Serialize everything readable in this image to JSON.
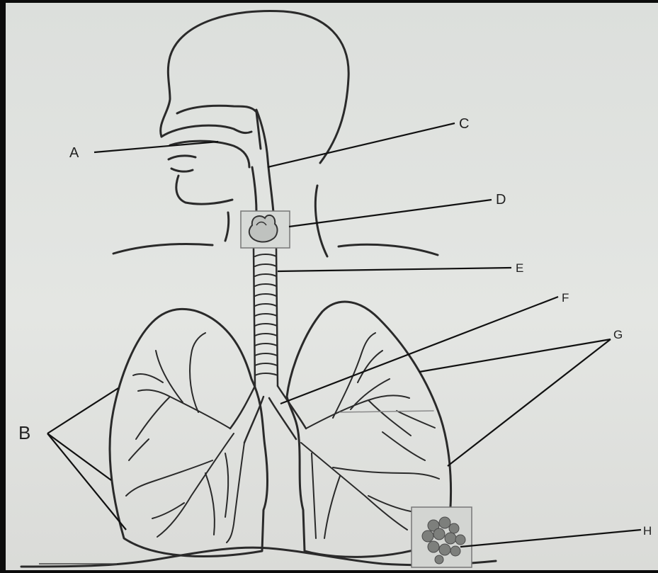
{
  "labels": {
    "a": "A",
    "b": "B",
    "c": "C",
    "d": "D",
    "e": "E",
    "f": "F",
    "g": "G",
    "h": "H"
  }
}
